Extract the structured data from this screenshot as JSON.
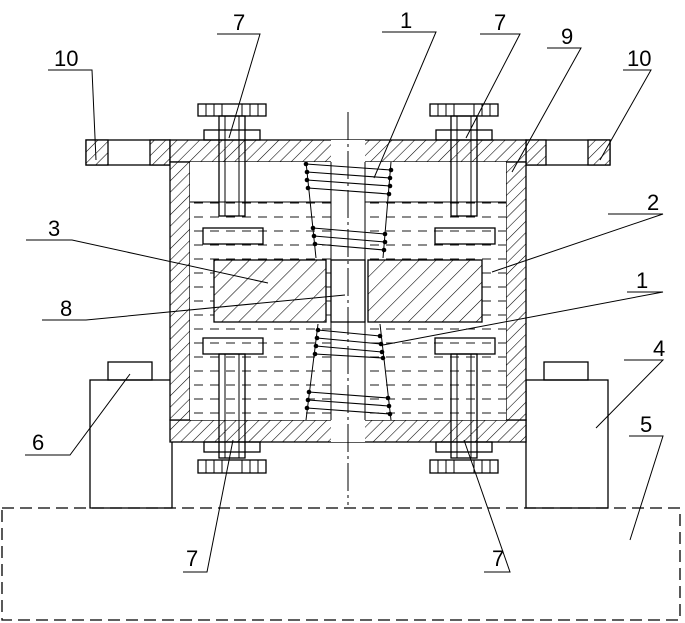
{
  "labels": {
    "l1_top": "1",
    "l1_mid": "1",
    "l2": "2",
    "l3": "3",
    "l4": "4",
    "l5": "5",
    "l6": "6",
    "l7_tl": "7",
    "l7_tr": "7",
    "l7_bl": "7",
    "l7_br": "7",
    "l8": "8",
    "l9": "9",
    "l10_l": "10",
    "l10_r": "10"
  }
}
